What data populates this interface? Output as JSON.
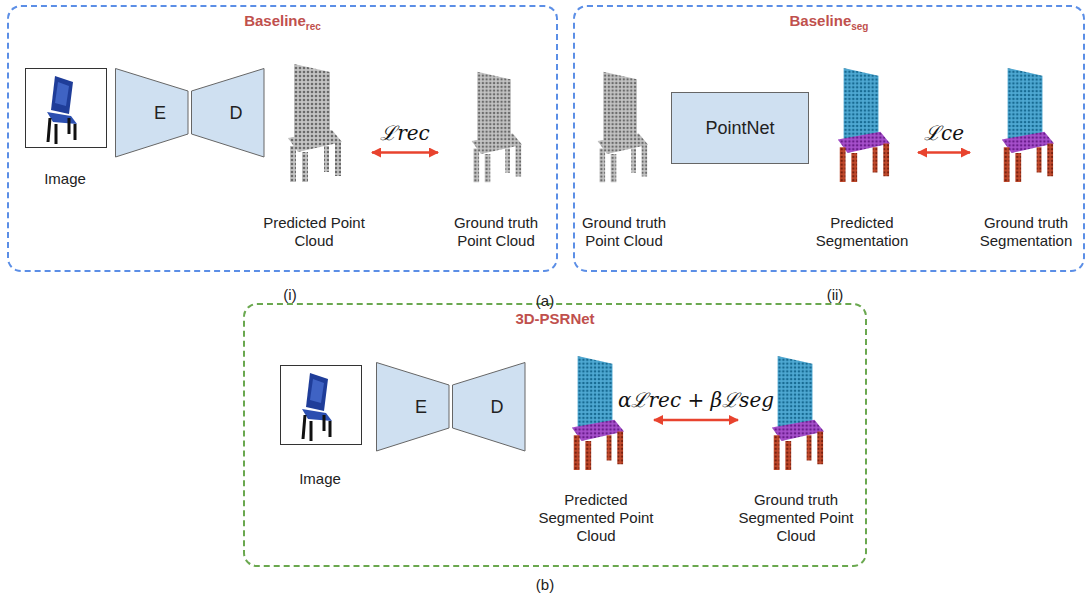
{
  "diagram": {
    "nodes": [
      {
        "text": [
          "Baseline",
          "rec"
        ]
      },
      {
        "text": [
          "Image"
        ],
        "in": 0
      },
      {
        "text": [
          "E"
        ],
        "in": 0
      },
      {
        "text": [
          "D"
        ],
        "in": 0
      },
      {
        "text": [
          "Predicted Point Cloud"
        ],
        "in": 0
      },
      {
        "text": [
          "Ground truth Point Cloud"
        ],
        "in": 0
      },
      {
        "text": [
          "Baseline",
          "seg"
        ]
      },
      {
        "text": [
          "Ground truth Point Cloud"
        ],
        "in": 6
      },
      {
        "text": [
          "PointNet"
        ],
        "in": 6
      },
      {
        "text": [
          "Predicted Segmentation"
        ],
        "in": 6
      },
      {
        "text": [
          "Ground truth Segmentation"
        ],
        "in": 6
      },
      {
        "text": [
          "3D-PSRNet"
        ]
      },
      {
        "text": [
          "Image"
        ],
        "in": 11
      },
      {
        "text": [
          "E"
        ],
        "in": 11
      },
      {
        "text": [
          "D"
        ],
        "in": 11
      },
      {
        "text": [
          "Predicted Segmented Point Cloud"
        ],
        "in": 11
      },
      {
        "text": [
          "Ground truth Segmented Point Cloud"
        ],
        "in": 11
      }
    ],
    "edges": [
      {
        "from": 4,
        "to": 5,
        "label": "ℒrec",
        "arrow": "both"
      },
      {
        "from": 9,
        "to": 10,
        "label": "ℒce",
        "arrow": "both"
      },
      {
        "from": 15,
        "to": 16,
        "label": "αℒrec + βℒseg",
        "arrow": "both"
      }
    ],
    "labels": [
      "(i)",
      "(a)",
      "(ii)",
      "(b)"
    ]
  }
}
